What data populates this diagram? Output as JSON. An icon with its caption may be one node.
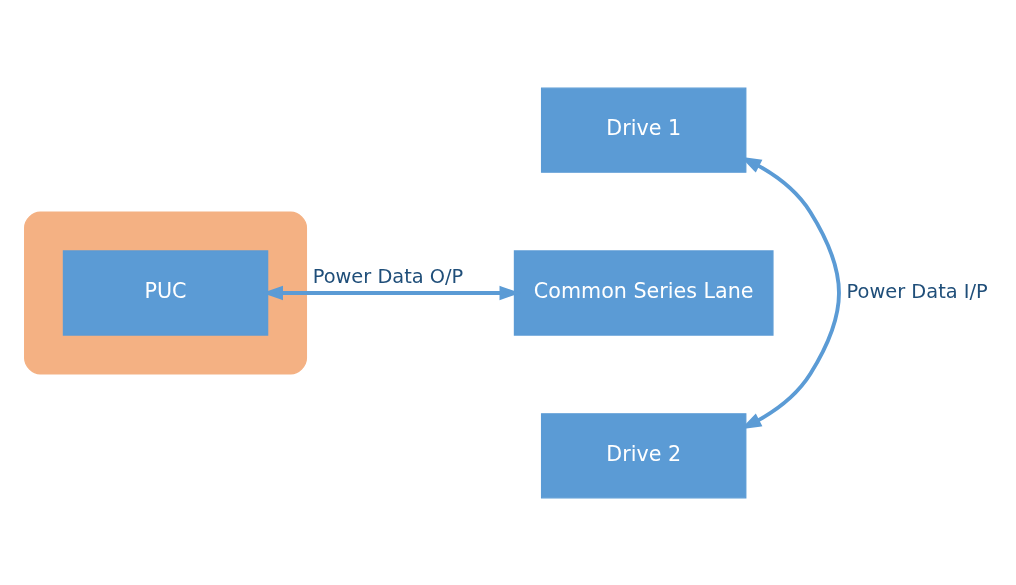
{
  "diagram": {
    "nodes": [
      {
        "text": [
          "Drive 1"
        ]
      },
      {
        "text": [],
        "shape": "box"
      },
      {
        "text": [
          "PUC"
        ],
        "in": 1
      },
      {
        "text": [
          "Common Series Lane"
        ]
      },
      {
        "text": [
          "Drive 2"
        ]
      }
    ],
    "edges": [
      {
        "from": 0,
        "to": 4,
        "arrow": "both",
        "label": "Power Data I/P"
      },
      {
        "from": 2,
        "to": 3,
        "arrow": "both",
        "label": "Power Data O/P"
      }
    ]
  }
}
